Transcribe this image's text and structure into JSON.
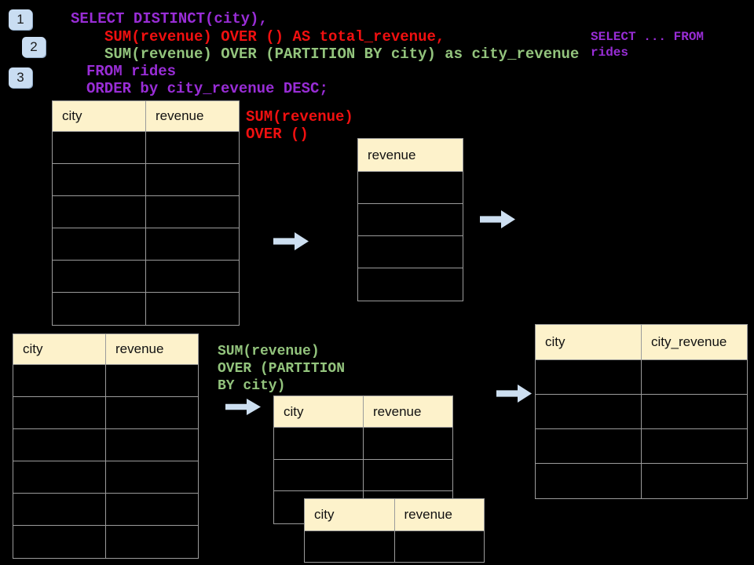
{
  "slide": {
    "background": "#000000",
    "step_badges": [
      "1",
      "2",
      "3"
    ],
    "sql": {
      "line1": "SELECT DISTINCT(city),",
      "line2": "SUM(revenue) OVER () AS total_revenue,",
      "line3": "SUM(revenue) OVER (PARTITION BY city) as city_revenue",
      "line4": "FROM rides",
      "line5": "ORDER by city_revenue DESC;"
    },
    "side_note": {
      "line1": "SELECT ... FROM",
      "line2": "rides"
    },
    "annotation_total": {
      "line1": "SUM(revenue)",
      "line2": "OVER ()"
    },
    "annotation_partition": {
      "line1": "SUM(revenue)",
      "line2": "OVER (PARTITION",
      "line3": "BY city)"
    },
    "colors": {
      "keyword_purple": "#992dd6",
      "total_red": "#f01010",
      "partition_green": "#93c47d",
      "table_header_bg": "#fdf2cb",
      "table_border": "#9b9b9b",
      "accent_blue": "#cddff1"
    }
  },
  "tables": {
    "source_top": {
      "columns": [
        "city",
        "revenue"
      ],
      "row_count": 6
    },
    "total_result": {
      "columns": [
        "revenue"
      ],
      "row_count": 4
    },
    "partition_result": {
      "columns": [
        "city",
        "city_revenue"
      ],
      "row_count": 4
    },
    "source_bottom": {
      "columns": [
        "city",
        "revenue"
      ],
      "row_count": 6
    },
    "partition_step": {
      "columns": [
        "city",
        "revenue"
      ],
      "row_count": 3
    },
    "partition_overlay": {
      "columns": [
        "city",
        "revenue"
      ],
      "row_count": 1
    }
  }
}
